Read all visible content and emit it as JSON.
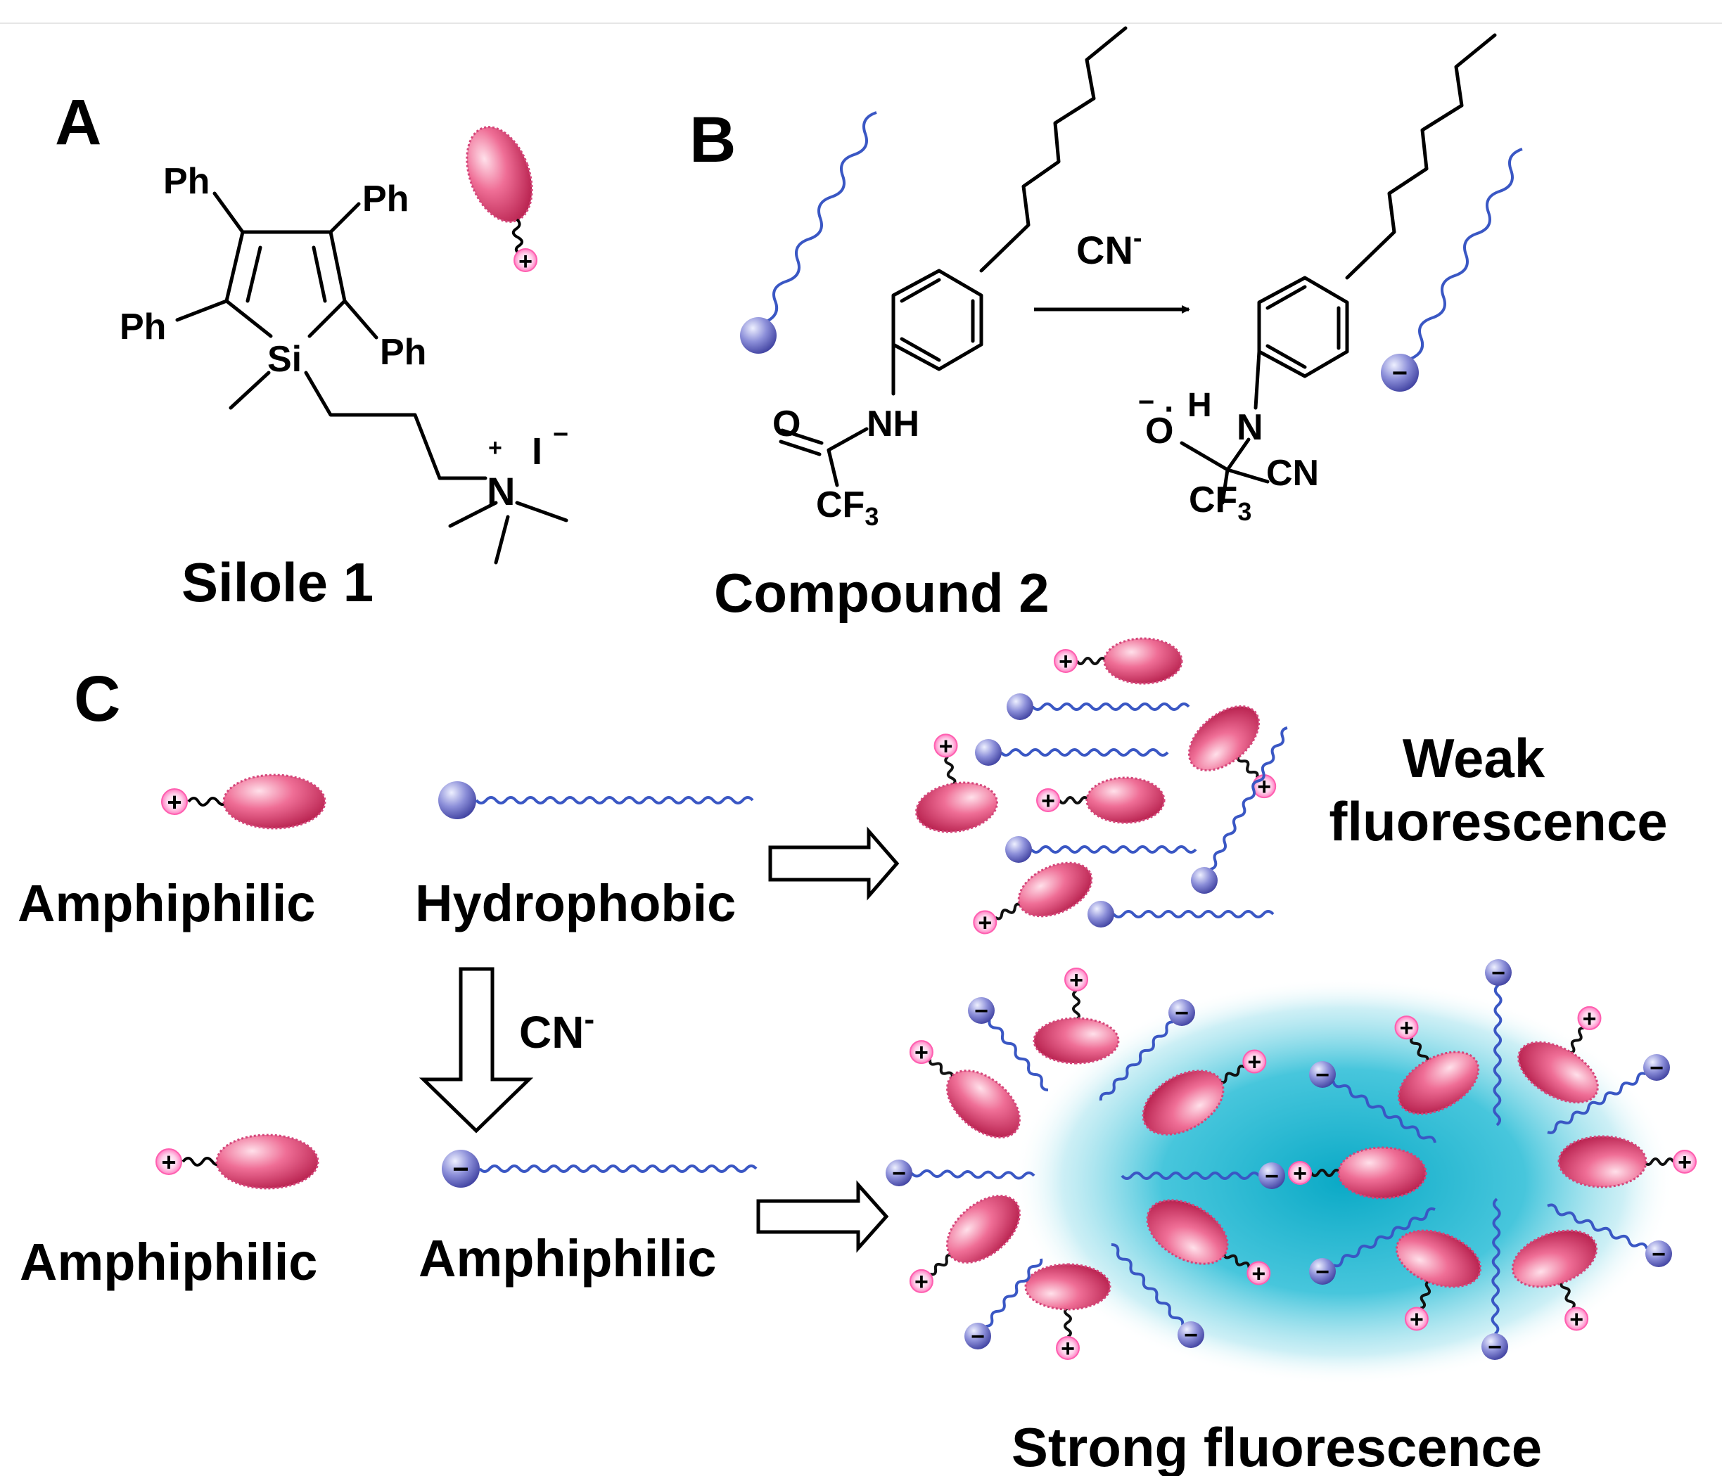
{
  "panels": {
    "a": {
      "letter": "A",
      "compound_name": "Silole 1",
      "ph": "Ph",
      "si": "Si",
      "n": "N",
      "plus": "+",
      "counterion": "I",
      "minus": "−",
      "head_charge": "+"
    },
    "b": {
      "letter": "B",
      "compound_name": "Compound 2",
      "reagent": "CN",
      "reagent_charge": "-",
      "o": "O",
      "nh": "NH",
      "cf3": "CF",
      "sub3": "3",
      "product_minus": "−",
      "product_h": "H",
      "product_n": "N",
      "product_o": "O",
      "product_cn": "CN",
      "head_charge": "−"
    },
    "c": {
      "letter": "C",
      "amphiphilic_1": "Amphiphilic",
      "hydrophobic": "Hydrophobic",
      "reagent": "CN",
      "reagent_charge": "-",
      "amphiphilic_2": "Amphiphilic",
      "amphiphilic_3": "Amphiphilic",
      "weak_line1": "Weak",
      "weak_line2": "fluorescence",
      "strong": "Strong fluorescence"
    }
  },
  "colors": {
    "ellipsoid": "#e8507e",
    "ellipsoid_highlight": "#ffd6e2",
    "bead": "#6f72c8",
    "bead_highlight": "#e4e6ff",
    "tail": "#3a57c4",
    "cyan_glow": "#12b6cf",
    "plus_halo": "#ff9ecf"
  }
}
